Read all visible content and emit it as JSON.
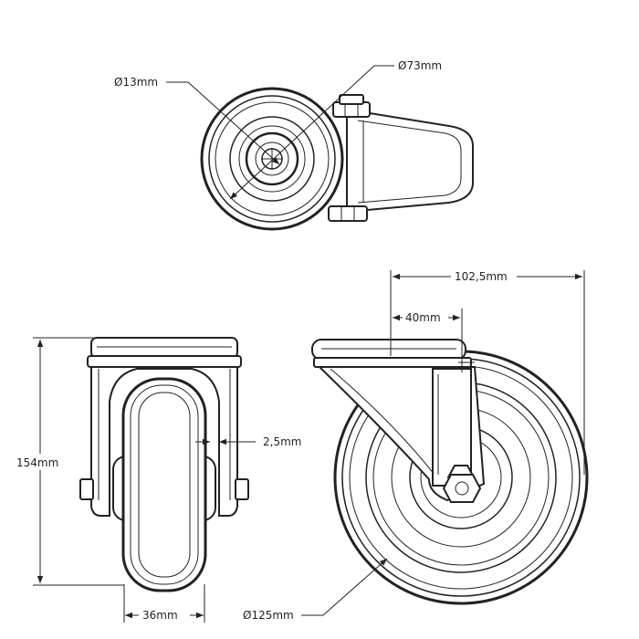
{
  "dimensions": {
    "bore_diameter": "13mm",
    "hub_diameter": "73mm",
    "overall_height": "154mm",
    "plate_gap": "2,5mm",
    "wheel_width": "36mm",
    "swivel_offset": "102,5mm",
    "axle_offset": "40mm",
    "wheel_diameter": "125mm"
  },
  "diameter_symbol": "Ø"
}
